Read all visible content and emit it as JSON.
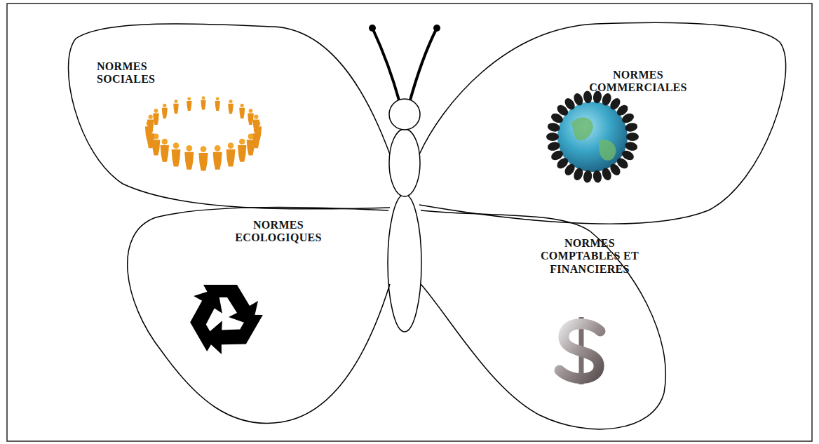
{
  "diagram": {
    "nodes": [
      {
        "text": [
          "NORMES SOCIALES"
        ]
      },
      {
        "text": [
          "NORMES COMMERCIALES"
        ]
      },
      {
        "text": [
          "NORMES ECOLOGIQUES"
        ]
      },
      {
        "text": [
          "NORMES COMPTABLES ET FINANCIERES"
        ]
      }
    ]
  }
}
